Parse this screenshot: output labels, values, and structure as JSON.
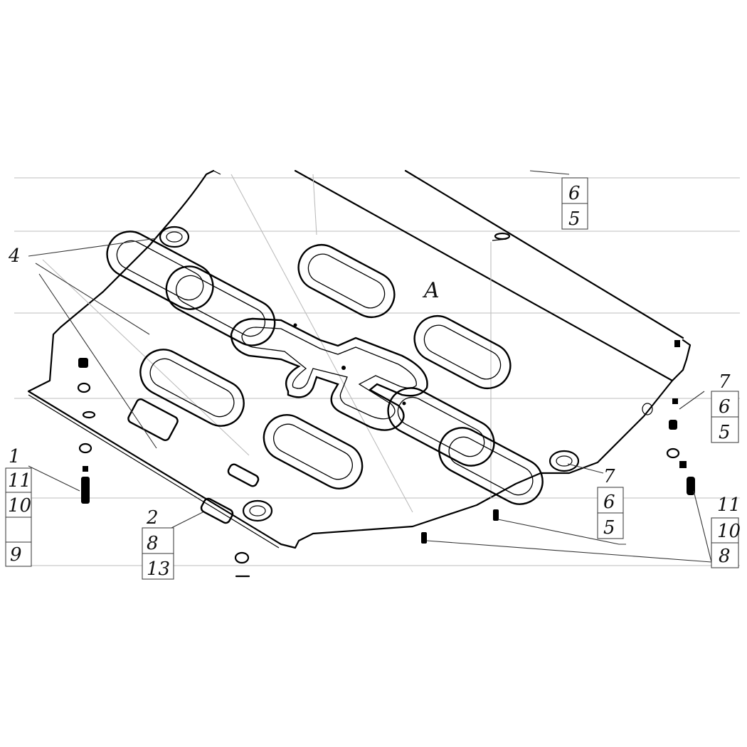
{
  "diagram": {
    "view_marker": "A",
    "callouts": {
      "top_right": [
        "6",
        "5"
      ],
      "left_upper": [
        "4"
      ],
      "left_stack": [
        "1",
        "11",
        "10",
        "9"
      ],
      "bottom_center": [
        "2",
        "8",
        "13"
      ],
      "mid_right": [
        "7",
        "6",
        "5"
      ],
      "right_upper": [
        "7",
        "6",
        "5"
      ],
      "right_lower": [
        "11",
        "10",
        "8"
      ]
    }
  }
}
